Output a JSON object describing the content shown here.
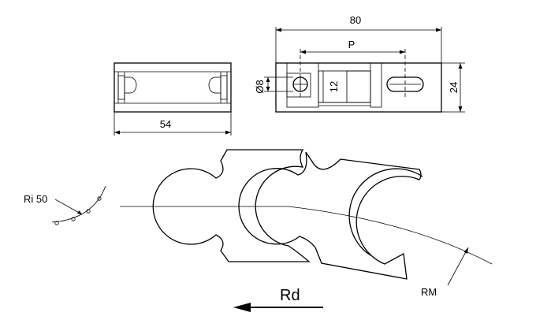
{
  "labels": {
    "dim_total_length": "80",
    "dim_pitch": "P",
    "dim_height": "24",
    "dim_hole_diameter": "Ø8",
    "dim_inner": "12",
    "dim_width": "54",
    "inner_radius": "Ri 50",
    "radius_min": "RM",
    "direction": "Rd"
  }
}
